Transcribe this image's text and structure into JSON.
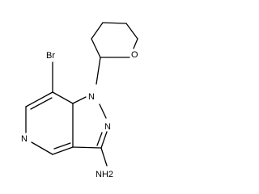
{
  "atoms": {
    "bromine": "Br",
    "ring_oxygen": "O",
    "nitrogen_n1": "N",
    "nitrogen_n2": "N",
    "pyridine_nitrogen": "N",
    "amine": "NH2"
  }
}
